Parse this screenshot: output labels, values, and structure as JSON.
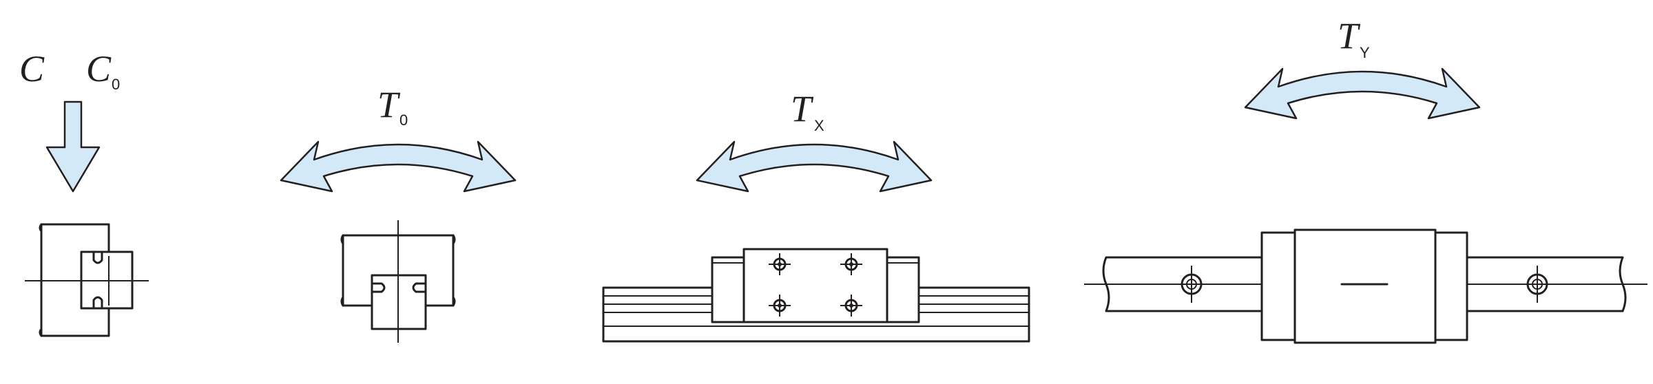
{
  "colors": {
    "arrow_fill": "#d4e9f7",
    "stroke": "#231f20",
    "background": "#ffffff"
  },
  "panels": [
    {
      "id": "load",
      "labels": [
        "C",
        "C"
      ],
      "subscripts": [
        "",
        "0"
      ]
    },
    {
      "id": "T0",
      "label": "T",
      "subscript": "0"
    },
    {
      "id": "TX",
      "label": "T",
      "subscript": "X"
    },
    {
      "id": "TY",
      "label": "T",
      "subscript": "Y"
    }
  ]
}
